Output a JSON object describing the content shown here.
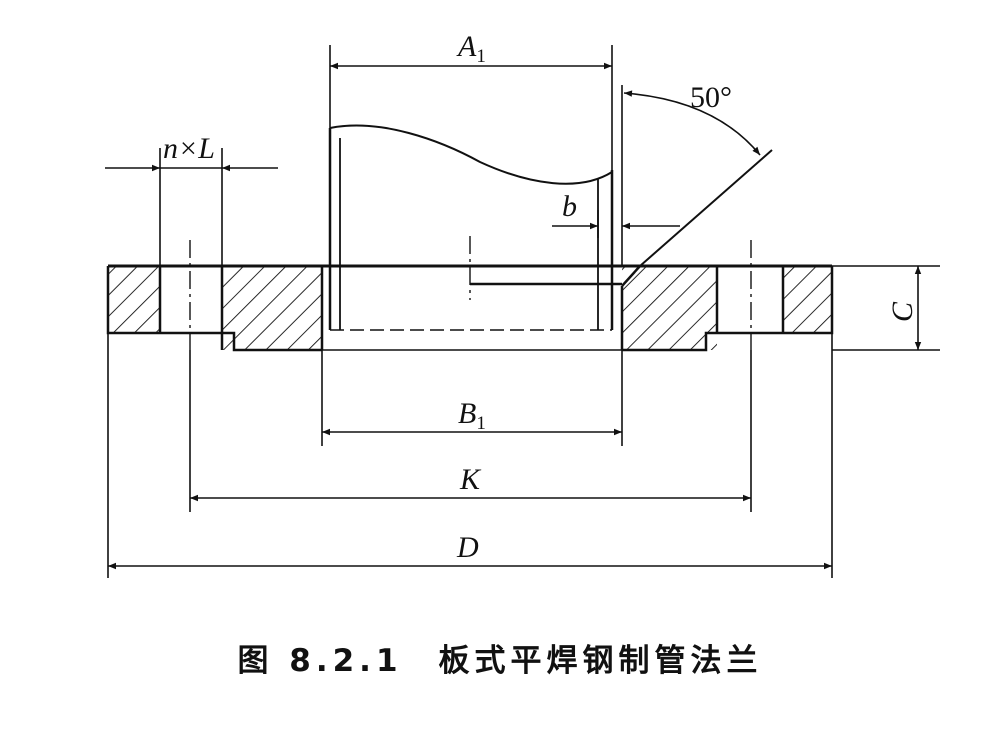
{
  "figure": {
    "caption": "图 8.2.1　板式平焊钢制管法兰",
    "angle_label": "50°",
    "dimensions": {
      "A1": {
        "main": "A",
        "sub": "1"
      },
      "B1": {
        "main": "B",
        "sub": "1"
      },
      "nxL": "n×L",
      "b": "b",
      "C": "C",
      "K": "K",
      "D": "D"
    }
  }
}
